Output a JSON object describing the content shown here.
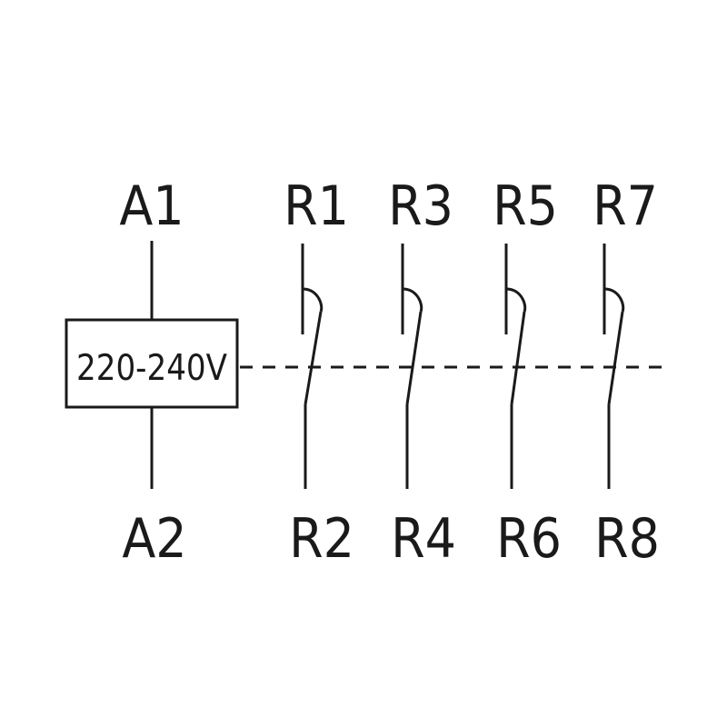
{
  "coil": {
    "top_terminal": "A1",
    "bottom_terminal": "A2",
    "voltage": "220-240V"
  },
  "contacts": [
    {
      "top": "R1",
      "bottom": "R2"
    },
    {
      "top": "R3",
      "bottom": "R4"
    },
    {
      "top": "R5",
      "bottom": "R6"
    },
    {
      "top": "R7",
      "bottom": "R8"
    }
  ],
  "colors": {
    "stroke": "#1a1a1a",
    "background": "#ffffff"
  }
}
